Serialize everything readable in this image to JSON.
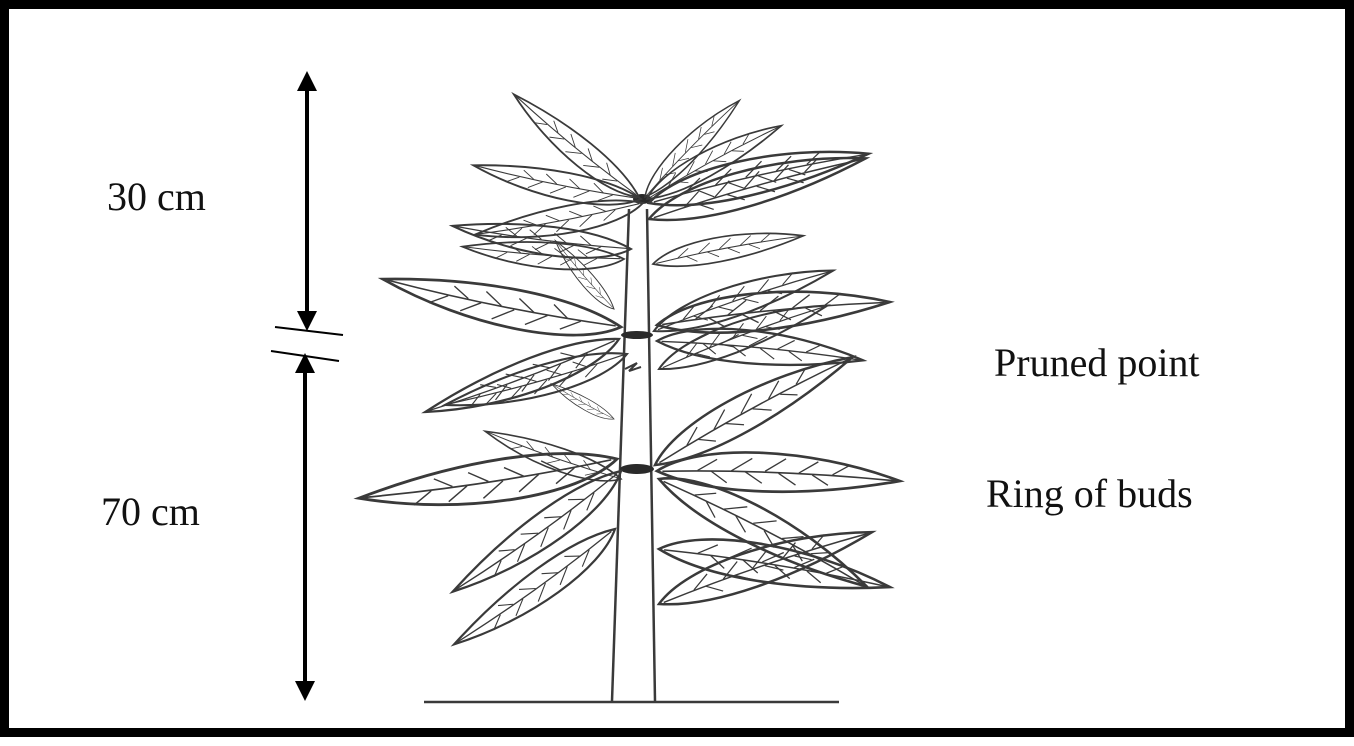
{
  "labels": {
    "upper_measure": "30 cm",
    "lower_measure": "70 cm",
    "pruned_point": "Pruned point",
    "ring_of_buds": "Ring of buds"
  },
  "colors": {
    "ink": "#000000",
    "sketch": "#3a3a3a",
    "background": "#ffffff",
    "frame": "#000000"
  }
}
